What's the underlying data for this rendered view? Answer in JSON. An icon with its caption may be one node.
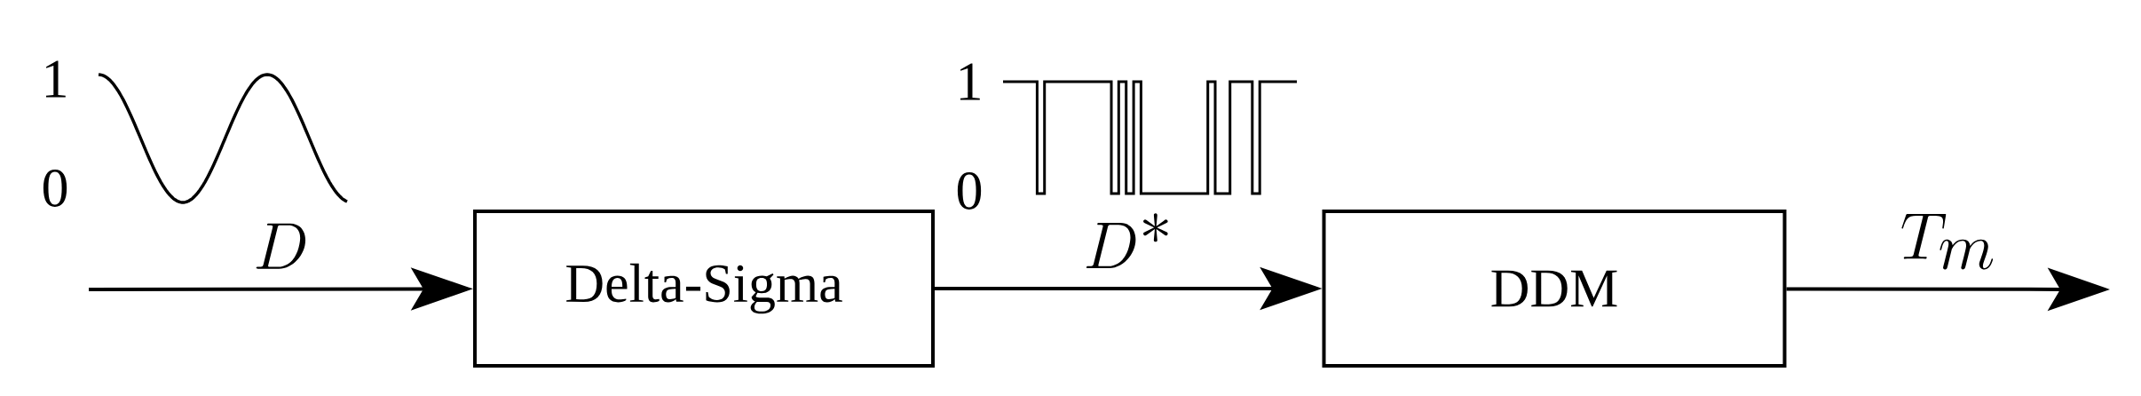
{
  "diagram": {
    "nodes": [
      {
        "text": [
          "Delta-Sigma"
        ]
      },
      {
        "text": [
          "DDM"
        ]
      }
    ],
    "edges": [
      {
        "from": null,
        "to": 0,
        "arrow": "to",
        "label": "D"
      },
      {
        "from": 0,
        "to": 1,
        "arrow": "to",
        "label": "D^*"
      },
      {
        "from": 1,
        "to": null,
        "arrow": "to",
        "label": "T_m"
      }
    ],
    "labels": [
      "1",
      "0",
      "1",
      "0"
    ]
  }
}
